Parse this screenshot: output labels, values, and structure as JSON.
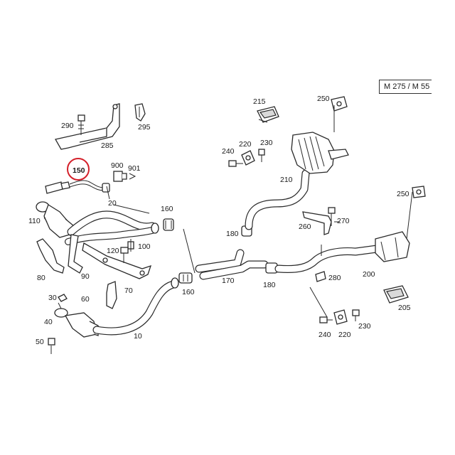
{
  "model": "M 275 / M 55",
  "callouts": [
    {
      "id": "l10",
      "text": "10"
    },
    {
      "id": "l20",
      "text": "20"
    },
    {
      "id": "l30",
      "text": "30"
    },
    {
      "id": "l40",
      "text": "40"
    },
    {
      "id": "l50",
      "text": "50"
    },
    {
      "id": "l60",
      "text": "60"
    },
    {
      "id": "l70",
      "text": "70"
    },
    {
      "id": "l80",
      "text": "80"
    },
    {
      "id": "l90",
      "text": "90"
    },
    {
      "id": "l100",
      "text": "100"
    },
    {
      "id": "l110",
      "text": "110"
    },
    {
      "id": "l120",
      "text": "120"
    },
    {
      "id": "l150",
      "text": "150",
      "highlighted": true
    },
    {
      "id": "l160a",
      "text": "160"
    },
    {
      "id": "l160b",
      "text": "160"
    },
    {
      "id": "l170",
      "text": "170"
    },
    {
      "id": "l180a",
      "text": "180"
    },
    {
      "id": "l180b",
      "text": "180"
    },
    {
      "id": "l200",
      "text": "200"
    },
    {
      "id": "l205",
      "text": "205"
    },
    {
      "id": "l210",
      "text": "210"
    },
    {
      "id": "l215",
      "text": "215"
    },
    {
      "id": "l220a",
      "text": "220"
    },
    {
      "id": "l220b",
      "text": "220"
    },
    {
      "id": "l230a",
      "text": "230"
    },
    {
      "id": "l230b",
      "text": "230"
    },
    {
      "id": "l240a",
      "text": "240"
    },
    {
      "id": "l240b",
      "text": "240"
    },
    {
      "id": "l250a",
      "text": "250"
    },
    {
      "id": "l250b",
      "text": "250"
    },
    {
      "id": "l260",
      "text": "260"
    },
    {
      "id": "l270",
      "text": "270"
    },
    {
      "id": "l280",
      "text": "280"
    },
    {
      "id": "l285",
      "text": "285"
    },
    {
      "id": "l290",
      "text": "290"
    },
    {
      "id": "l295",
      "text": "295"
    },
    {
      "id": "l900",
      "text": "900"
    },
    {
      "id": "l901",
      "text": "901"
    }
  ],
  "highlight_color": "#d4202a"
}
